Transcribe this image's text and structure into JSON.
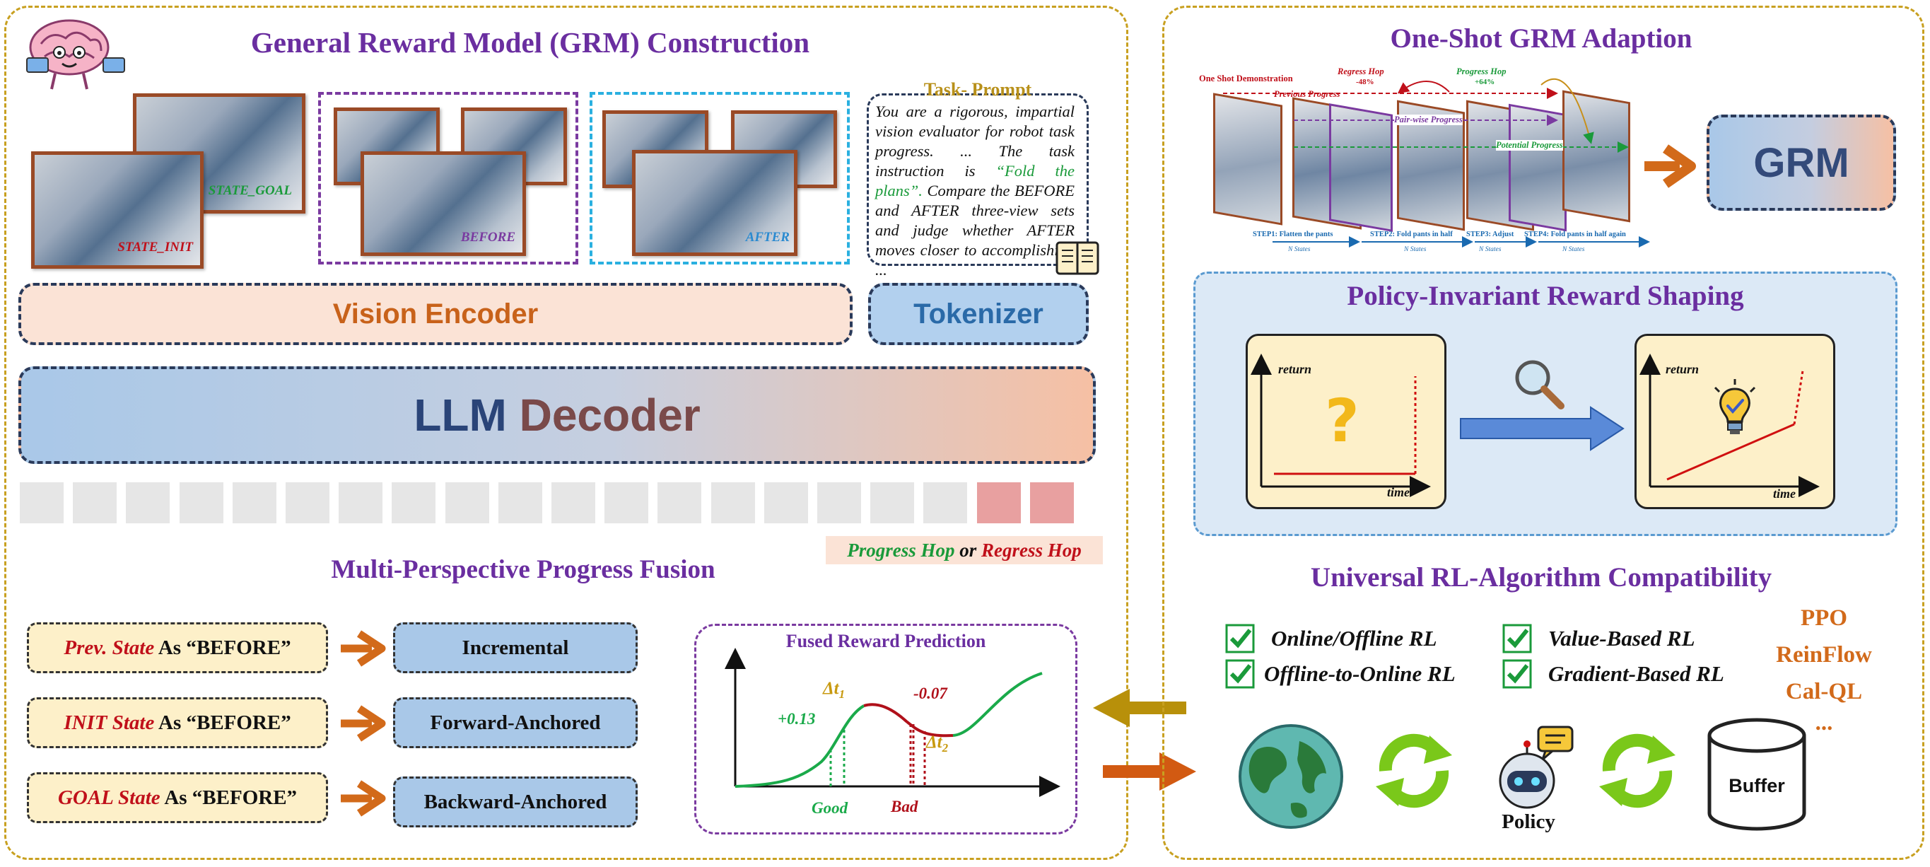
{
  "left_panel": {
    "title": "General Reward Model (GRM) Construction",
    "photos": {
      "state_goal": "STATE_GOAL",
      "state_init": "STATE_INIT",
      "before": "BEFORE",
      "after": "AFTER"
    },
    "task_prompt": {
      "heading": "Task- Prompt",
      "text_before": "You are a rigorous, impartial vision evaluator for robot task progress. ... The task instruction is ",
      "instruction": "“Fold the plans”.",
      "text_after": " Compare the BEFORE and AFTER three-view sets and judge whether AFTER moves closer to accomplishing ..."
    },
    "vision_encoder": "Vision Encoder",
    "tokenizer": "Tokenizer",
    "llm_decoder": {
      "part1": "LLM ",
      "part2": "Decoder"
    },
    "token_count": 20,
    "red_token_count": 2,
    "hop_legend": {
      "progress": "Progress Hop",
      "or": " or ",
      "regress": "Regress Hop"
    },
    "fusion": {
      "title": "Multi-Perspective Progress Fusion",
      "rows": [
        {
          "state": "Prev. State",
          "as": " As “BEFORE”",
          "mode": "Incremental"
        },
        {
          "state": "INIT State",
          "as": " As “BEFORE”",
          "mode": "Forward-Anchored"
        },
        {
          "state": "GOAL State",
          "as": " As “BEFORE”",
          "mode": "Backward-Anchored"
        }
      ]
    },
    "fused_chart": {
      "title": "Fused Reward Prediction",
      "delta1": "Δt",
      "delta1_sub": "1",
      "delta2": "Δt",
      "delta2_sub": "2",
      "pos_value": "+0.13",
      "neg_value": "-0.07",
      "good": "Good",
      "bad": "Bad"
    }
  },
  "right_panel": {
    "oneshot": {
      "title": "One-Shot GRM Adaption",
      "one_shot_demo": "One Shot Demonstration",
      "previous_progress": "Previous Progress",
      "regress_hop": "Regress Hop",
      "regress_pct": "-48%",
      "progress_hop": "Progress Hop",
      "progress_pct": "+64%",
      "pairwise": "Pair-wise Progress",
      "potential": "Potential Progress",
      "steps": [
        {
          "label": "STEP1: Flatten the pants",
          "sub": "N States"
        },
        {
          "label": "STEP2: Fold pants in half",
          "sub": "N States"
        },
        {
          "label": "STEP3: Adjust",
          "sub": "N States"
        },
        {
          "label": "STEP4: Fold pants in half again",
          "sub": "N States"
        }
      ],
      "grm": "GRM"
    },
    "shaping": {
      "title": "Policy-Invariant Reward Shaping",
      "return_label": "return",
      "time_label": "time",
      "question": "?"
    },
    "compat": {
      "title": "Universal RL-Algorithm Compatibility",
      "checks": [
        "Online/Offline RL",
        "Offline-to-Online RL",
        "Value-Based RL",
        "Gradient-Based RL"
      ],
      "algos": [
        "PPO",
        "ReinFlow",
        "Cal-QL",
        "..."
      ],
      "policy": "Policy",
      "buffer": "Buffer"
    }
  },
  "colors": {
    "panel_border": "#c8a020",
    "title_purple": "#6a2ea0",
    "orange": "#d26a1a",
    "green": "#1a9a3a",
    "red": "#c0101a",
    "blue_box": "#a9c8e8",
    "cream_box": "#fdf0c9"
  }
}
